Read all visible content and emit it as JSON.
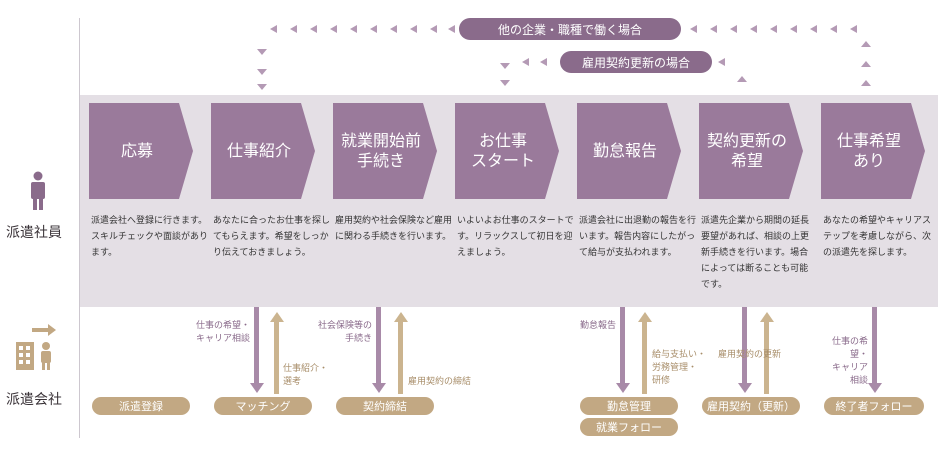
{
  "rows": {
    "staff": "派遣社員",
    "company": "派遣会社"
  },
  "routes": {
    "other_company": "他の企業・職種で働く場合",
    "contract_renewal": "雇用契約更新の場合"
  },
  "steps": [
    {
      "label": "応募",
      "desc": "派遣会社へ登録に行きます。スキルチェックや面談があります。"
    },
    {
      "label": "仕事紹介",
      "desc": "あなたに合ったお仕事を探してもらえます。希望をしっかり伝えておきましょう。"
    },
    {
      "label": "就業開始前\n手続き",
      "desc": "雇用契約や社会保険など雇用に関わる手続きを行います。"
    },
    {
      "label": "お仕事\nスタート",
      "desc": "いよいよお仕事のスタートです。リラックスして初日を迎えましょう。"
    },
    {
      "label": "勤怠報告",
      "desc": "派遣会社に出退勤の報告を行います。報告内容にしたがって給与が支払われます。"
    },
    {
      "label": "契約更新の\n希望",
      "desc": "派遣先企業から期間の延長要望があれば、相談の上更新手続きを行います。場合によっては断ることも可能です。"
    },
    {
      "label": "仕事希望\nあり",
      "desc": "あなたの希望やキャリアステップを考慮しながら、次の派遣先を探します。"
    }
  ],
  "company_actions": {
    "registration": "派遣登録",
    "matching": "マッチング",
    "contract": "契約締結",
    "attendance": "勤怠管理",
    "follow": "就業フォロー",
    "renewal": "雇用契約（更新）",
    "end_follow": "終了者フォロー"
  },
  "annotations": {
    "a1": "仕事の希望・\nキャリア相談",
    "a2": "仕事紹介・\n選考",
    "a3": "社会保険等の\n手続き",
    "a4": "雇用契約の締結",
    "a5": "勤怠報告",
    "a6": "給与支払い・\n労務管理・\n研修",
    "a7": "雇用契約の更新",
    "a8": "仕事の希望・\nキャリア相談"
  },
  "colors": {
    "step": "#9a7a9b",
    "pill_plum": "#8a6b8b",
    "pill_tan": "#c2a883",
    "band": "#e4dfe5"
  }
}
